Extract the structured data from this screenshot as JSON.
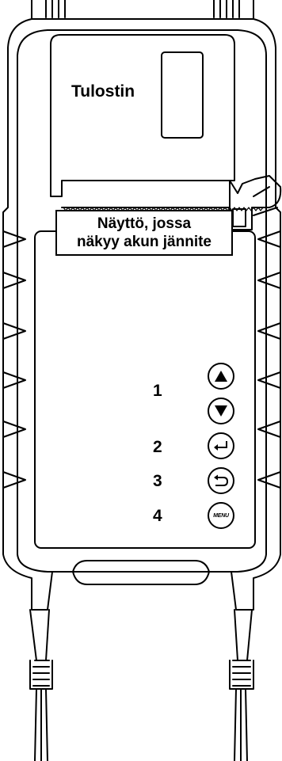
{
  "printer": {
    "label": "Tulostin"
  },
  "display": {
    "line1": "Näyttö, jossa",
    "line2": "näkyy akun jännite"
  },
  "callouts": {
    "n1": "1",
    "n2": "2",
    "n3": "3",
    "n4": "4"
  },
  "buttons": {
    "up_icon": "triangle-up-icon",
    "down_icon": "triangle-down-icon",
    "enter_icon": "enter-arrow-icon",
    "back_icon": "return-arrow-icon",
    "menu_label": "MENU"
  }
}
